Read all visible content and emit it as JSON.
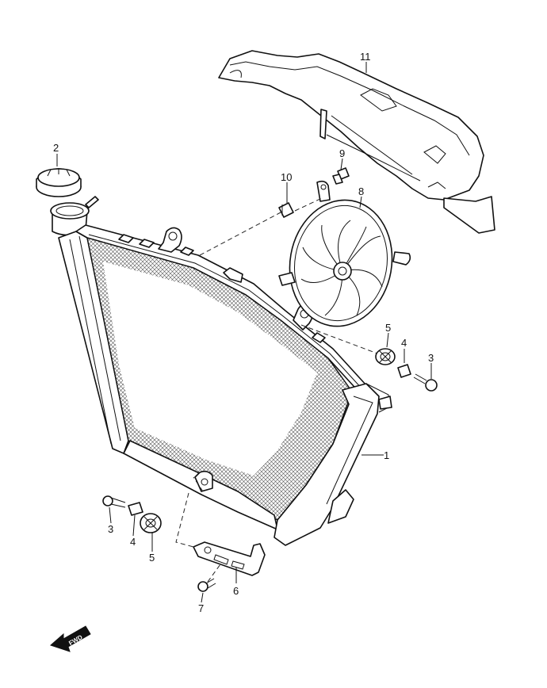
{
  "callouts": [
    "1",
    "2",
    "3",
    "4",
    "5",
    "6",
    "7",
    "8",
    "9",
    "10",
    "11",
    "3",
    "4",
    "5"
  ],
  "fwd_label": "FWD"
}
